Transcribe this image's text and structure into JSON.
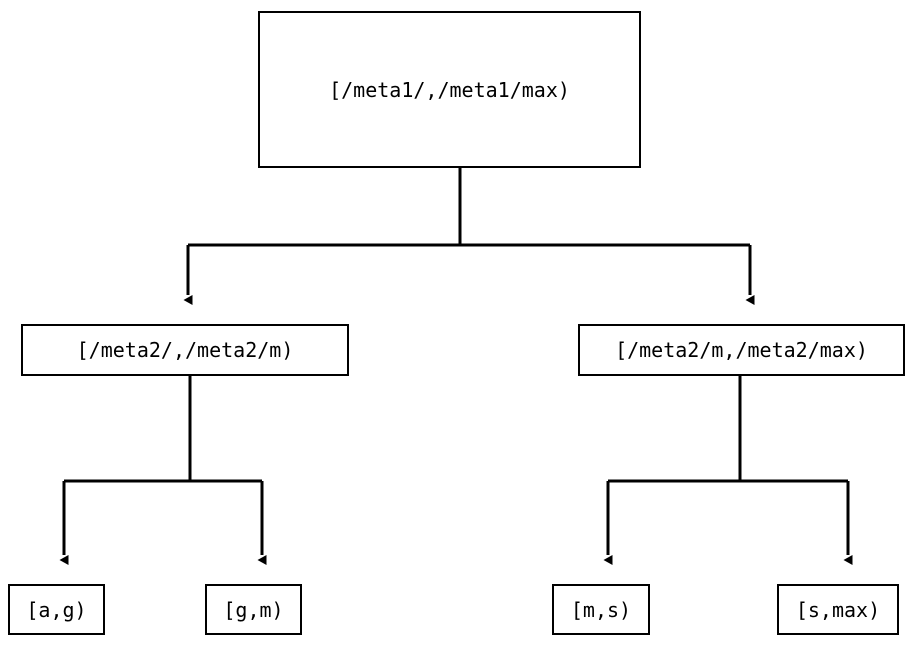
{
  "diagram": {
    "type": "tree",
    "title": "",
    "background_color": "#ffffff",
    "line_color": "#000000",
    "text_color": "#000000",
    "nodes": {
      "root": {
        "label": "[/meta1/,/meta1/max)",
        "level": 0
      },
      "left_branch": {
        "label": "[/meta2/,/meta2/m)",
        "level": 1
      },
      "right_branch": {
        "label": "[/meta2/m,/meta2/max)",
        "level": 1
      },
      "leaf_ag": {
        "label": "[a,g)",
        "level": 2
      },
      "leaf_gm": {
        "label": "[g,m)",
        "level": 2
      },
      "leaf_ms": {
        "label": "[m,s)",
        "level": 2
      },
      "leaf_smax": {
        "label": "[s,max)",
        "level": 2
      }
    },
    "edges": [
      {
        "from": "root",
        "to": "left_branch",
        "arrow": "filled-triangle"
      },
      {
        "from": "root",
        "to": "right_branch",
        "arrow": "filled-triangle"
      },
      {
        "from": "left_branch",
        "to": "leaf_ag",
        "arrow": "filled-triangle"
      },
      {
        "from": "left_branch",
        "to": "leaf_gm",
        "arrow": "filled-triangle"
      },
      {
        "from": "right_branch",
        "to": "leaf_ms",
        "arrow": "filled-triangle"
      },
      {
        "from": "right_branch",
        "to": "leaf_smax",
        "arrow": "filled-triangle"
      }
    ]
  }
}
